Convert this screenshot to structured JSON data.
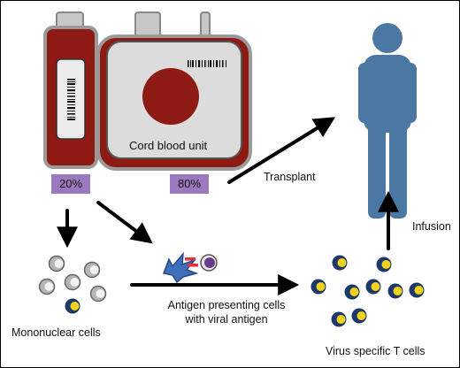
{
  "labels": {
    "cord_blood_unit": "Cord blood unit",
    "fraction_small": "20%",
    "fraction_large": "80%",
    "transplant": "Transplant",
    "infusion": "Infusion",
    "mononuclear_cells": "Mononuclear cells",
    "apc_line1": "Antigen presenting cells",
    "apc_line2": "with viral antigen",
    "virus_specific_t_cells": "Virus specific T cells"
  },
  "colors": {
    "bag_red": "#8e1a14",
    "bag_grey": "#9a9a9a",
    "fraction_box": "#9b79bf",
    "person": "#4a78a3",
    "t_cell": "#1b3a6b",
    "viral_antigen": "#f2d21b",
    "apc_cell": "#3f6fb8",
    "apc_receptor": "#e0333a",
    "apc_nucleus": "#6a3b88",
    "mononuclear_cell": "#b5b5b5",
    "arrow": "#000000"
  }
}
